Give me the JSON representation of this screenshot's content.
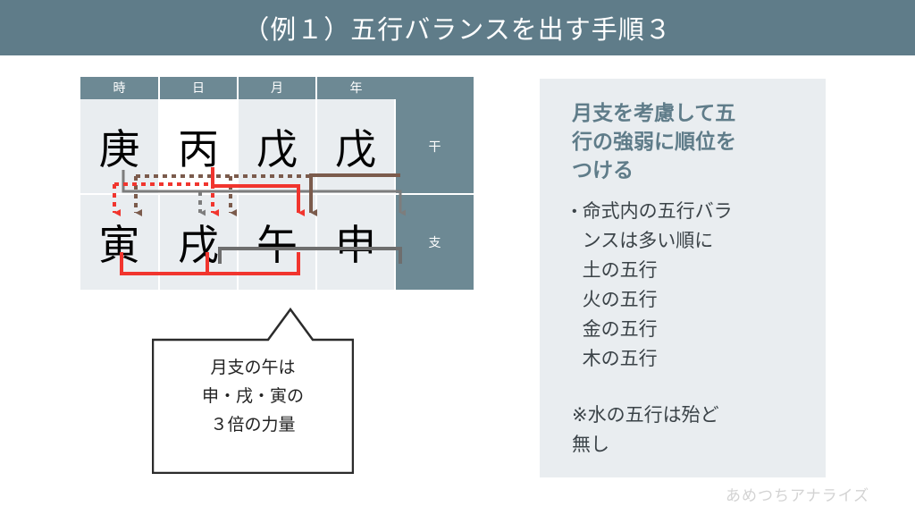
{
  "slide": {
    "title": "（例１）五行バランスを出す手順３",
    "title_bar_color": "#5f7c89",
    "background": "#ffffff"
  },
  "chart_table": {
    "headers": [
      "時",
      "日",
      "月",
      "年",
      ""
    ],
    "row_labels": [
      "干",
      "支"
    ],
    "rows": [
      {
        "label": "干",
        "cells": [
          "庚",
          "丙",
          "戊",
          "戊"
        ]
      },
      {
        "label": "支",
        "cells": [
          "寅",
          "戌",
          "午",
          "申"
        ]
      }
    ],
    "header_bg": "#6d8994",
    "cell_bg": "#e9edf0",
    "highlight_cell_bg": "#ffffff",
    "connector_colors": {
      "red": "#f1352e",
      "brown": "#7b5b4c",
      "gray": "#757575"
    }
  },
  "callout": {
    "text": "月支の午は\n申・戌・寅の\n３倍の力量",
    "border_color": "#2b2b2b"
  },
  "side_panel": {
    "background": "#e9edf0",
    "heading": "月支を考慮して五\n行の強弱に順位を\nつける",
    "heading_color": "#5f7c89",
    "bullet_marker": "•",
    "bullet_text": "命式内の五行バラ\nンスは多い順に\n土の五行\n火の五行\n金の五行\n木の五行",
    "note": "※水の五行は殆ど\n無し"
  },
  "watermark": {
    "text": "あめつちアナライズ",
    "color": "#d3d3d3"
  }
}
